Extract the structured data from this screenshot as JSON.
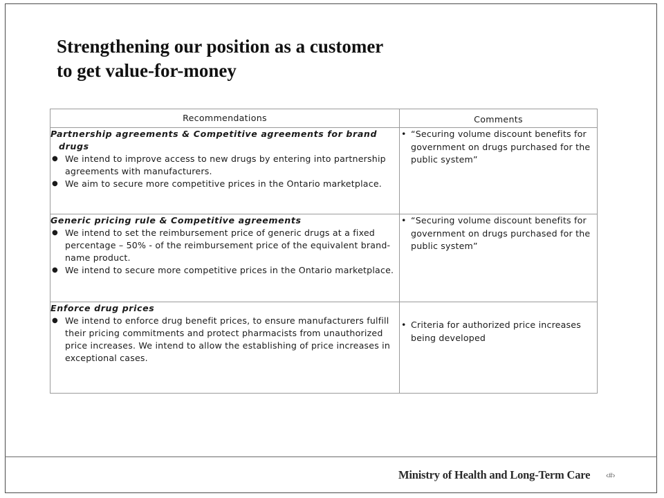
{
  "slide": {
    "title_line1": "Strengthening our position as a customer",
    "title_line2": "to get value-for-money"
  },
  "table": {
    "headers": [
      "Recommendations",
      "Comments"
    ],
    "rows": [
      {
        "section_title_line1": "Partnership agreements & Competitive agreements for brand",
        "section_title_line2": "drugs",
        "bullets": [
          "We intend to improve access to new drugs by entering into partnership agreements with manufacturers.",
          "We aim to secure more competitive prices in the Ontario marketplace."
        ],
        "comments": [
          "“Securing volume discount benefits for government on drugs purchased for the public system”"
        ]
      },
      {
        "section_title_line1": "Generic pricing rule & Competitive agreements",
        "bullets": [
          "We intend to set the reimbursement price of generic drugs at a fixed percentage – 50% - of the reimbursement price of the equivalent brand-name product.",
          "We intend to secure more competitive prices in the Ontario marketplace."
        ],
        "comments": [
          "“Securing volume discount benefits for government on drugs purchased for the public system”"
        ]
      },
      {
        "section_title_line1": "Enforce drug prices",
        "bullets": [
          "We intend to enforce drug benefit prices, to ensure manufacturers fulfill  their pricing commitments and protect pharmacists from unauthorized price increases. We intend to allow the establishing of price increases in exceptional cases."
        ],
        "comments": [
          "Criteria for authorized price increases being developed"
        ]
      }
    ]
  },
  "footer": {
    "organization": "Ministry of Health and Long-Term Care",
    "page_number": "‹#›"
  }
}
